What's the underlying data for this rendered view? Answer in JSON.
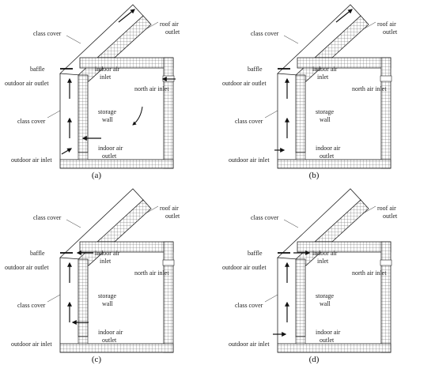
{
  "labels": {
    "class_cover": "class cover",
    "roof_air": "roof air",
    "outlet": "outlet",
    "baffle": "baffle",
    "outdoor_air_outlet": "outdoor air outlet",
    "indoor_air": "indoor air",
    "inlet": "inlet",
    "north_air_inlet": "north air inlet",
    "storage": "storage",
    "wall": "wall",
    "outdoor_air_inlet": "outdoor air inlet"
  },
  "captions": [
    "(a)",
    "(b)",
    "(c)",
    "(d)"
  ]
}
